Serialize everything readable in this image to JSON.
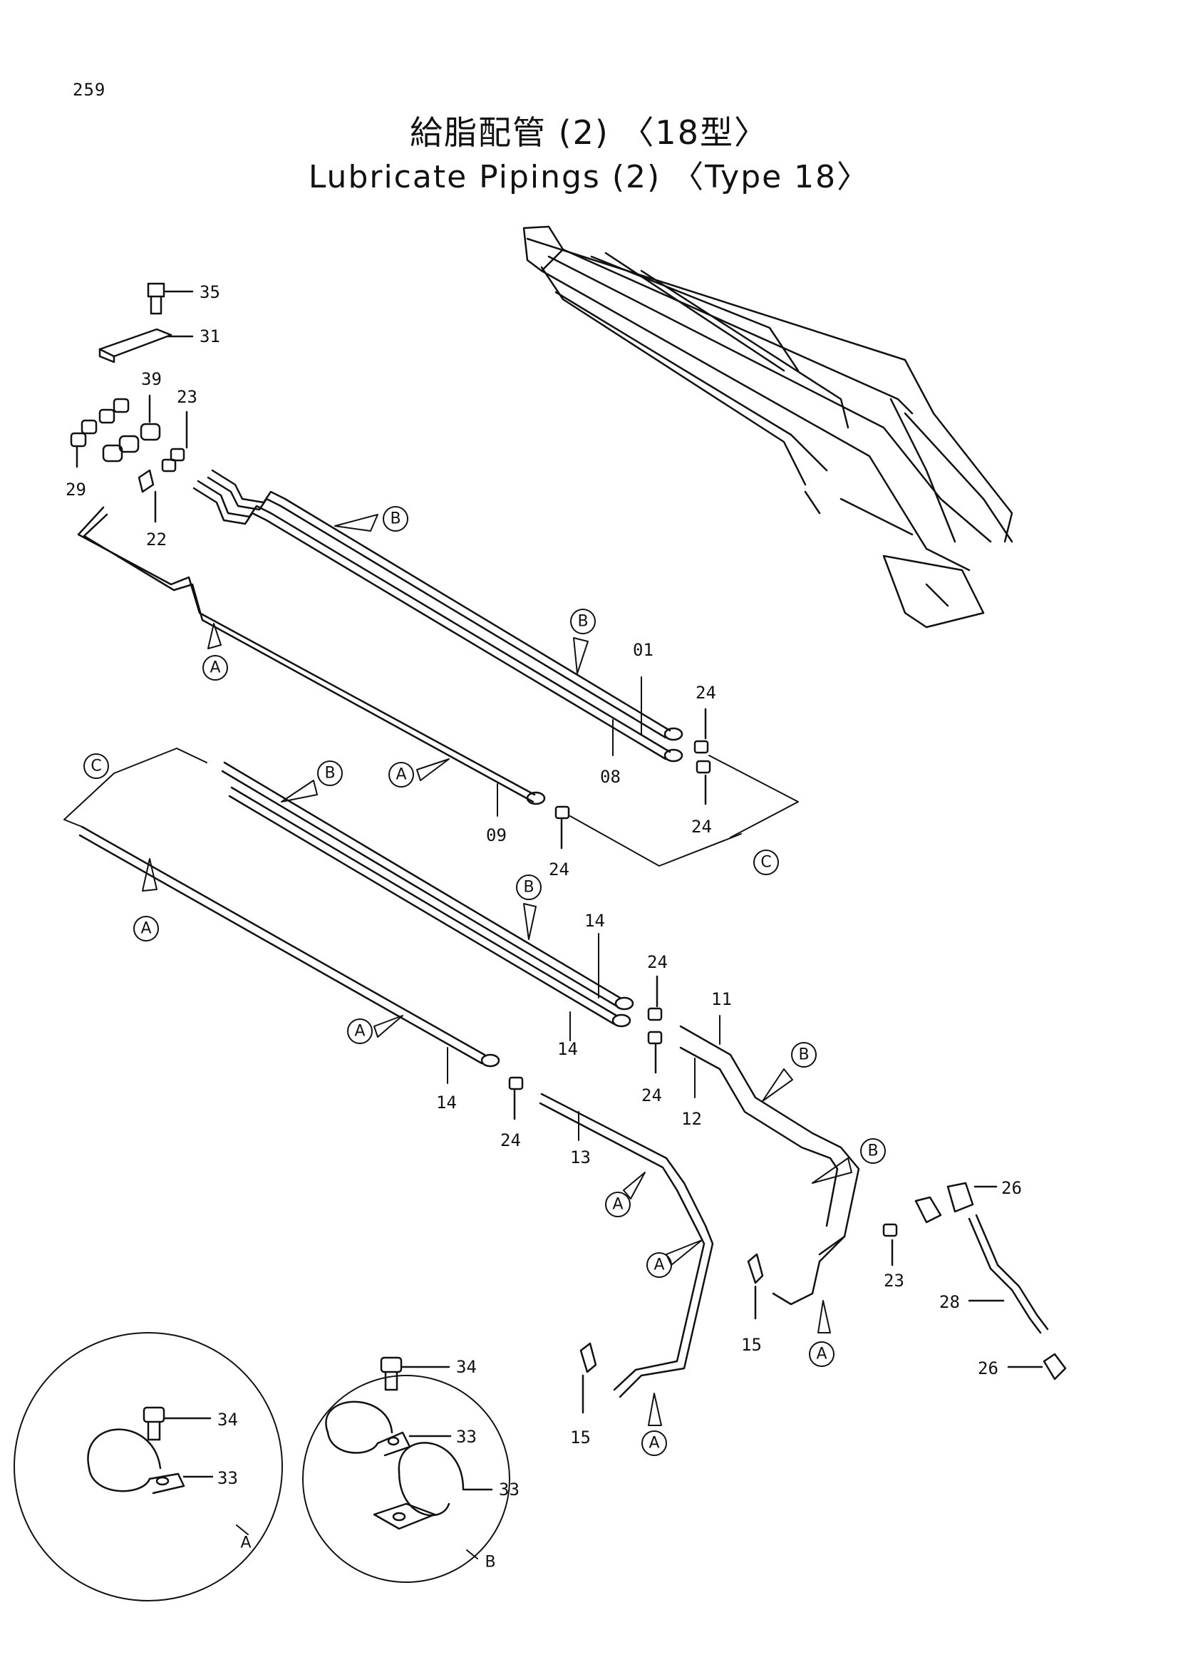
{
  "page_number": "259",
  "title_jp": "給脂配管 (2) 〈18型〉",
  "title_en": "Lubricate Pipings (2) 〈Type 18〉",
  "part_labels": {
    "p35": "35",
    "p31": "31",
    "p39": "39",
    "p23a": "23",
    "p29": "29",
    "p22": "22",
    "p01": "01",
    "p08": "08",
    "p09": "09",
    "p24a": "24",
    "p24b": "24",
    "p24c": "24",
    "p14a": "14",
    "p14b": "14",
    "p14c": "14",
    "p24d": "24",
    "p24e": "24",
    "p24f": "24",
    "p11": "11",
    "p12": "12",
    "p13": "13",
    "p15a": "15",
    "p15b": "15",
    "p23b": "23",
    "p26a": "26",
    "p26b": "26",
    "p28": "28",
    "p34a": "34",
    "p33a": "33",
    "p34b": "34",
    "p33b": "33",
    "p33c": "33"
  },
  "callouts": {
    "A": "A",
    "B": "B",
    "C": "C"
  },
  "detail_labels": {
    "A": "A",
    "B": "B"
  }
}
